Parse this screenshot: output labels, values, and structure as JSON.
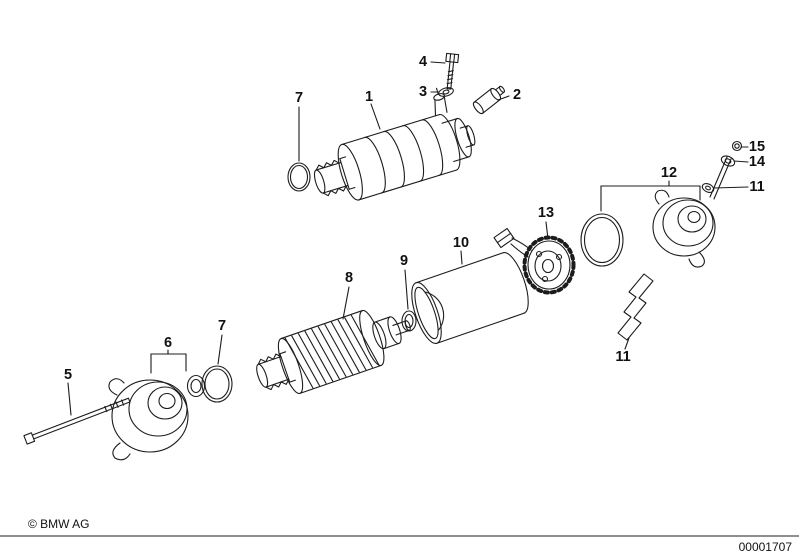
{
  "diagram": {
    "callouts": {
      "1": "1",
      "2": "2",
      "3": "3",
      "4": "4",
      "5": "5",
      "6": "6",
      "7": "7",
      "8": "8",
      "9": "9",
      "10": "10",
      "11": "11",
      "12": "12",
      "13": "13",
      "14": "14",
      "15": "15"
    }
  },
  "footer": {
    "copyright": "© BMW AG",
    "diagram_number": "00001707"
  }
}
